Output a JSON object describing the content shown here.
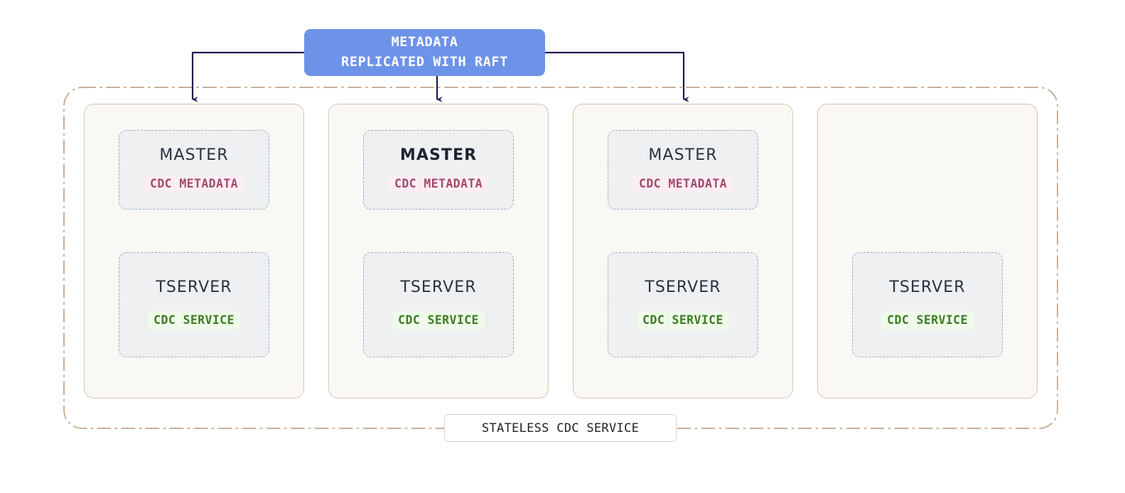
{
  "diagram": {
    "title_box": {
      "name": "metadata-replicated-with-raft",
      "line1": "METADATA",
      "line2": "REPLICATED WITH RAFT",
      "background_color": "#6d93e8",
      "text_color": "#ffffff"
    },
    "outer_group": {
      "caption": "STATELESS CDC SERVICE",
      "border_color": "#c9b09a",
      "border_style": "dash-dot"
    },
    "connector": {
      "color": "#241c4f",
      "style": "orthogonal-elbow-arrow",
      "targets": [
        "node-1",
        "node-2",
        "node-3"
      ]
    },
    "colors": {
      "card_background": "#faf8f5",
      "card_border": "#d8c5b4",
      "proc_background": "#eef0f1",
      "proc_border": "#9aadc0",
      "proc_title": "#29313f",
      "badge_metadata_text": "#a34a6e",
      "badge_metadata_bg": "#fbeef3",
      "badge_service_text": "#3d7c26",
      "badge_service_bg": "#effaea"
    },
    "nodes": [
      {
        "id": "node-1",
        "master": {
          "title": "MASTER",
          "leader": false,
          "badge": "CDC METADATA"
        },
        "tserver": {
          "title": "TSERVER",
          "badge": "CDC SERVICE"
        }
      },
      {
        "id": "node-2",
        "master": {
          "title": "MASTER",
          "leader": true,
          "badge": "CDC METADATA"
        },
        "tserver": {
          "title": "TSERVER",
          "badge": "CDC SERVICE"
        }
      },
      {
        "id": "node-3",
        "master": {
          "title": "MASTER",
          "leader": false,
          "badge": "CDC METADATA"
        },
        "tserver": {
          "title": "TSERVER",
          "badge": "CDC SERVICE"
        }
      },
      {
        "id": "node-4",
        "master": null,
        "tserver": {
          "title": "TSERVER",
          "badge": "CDC SERVICE"
        }
      }
    ]
  }
}
